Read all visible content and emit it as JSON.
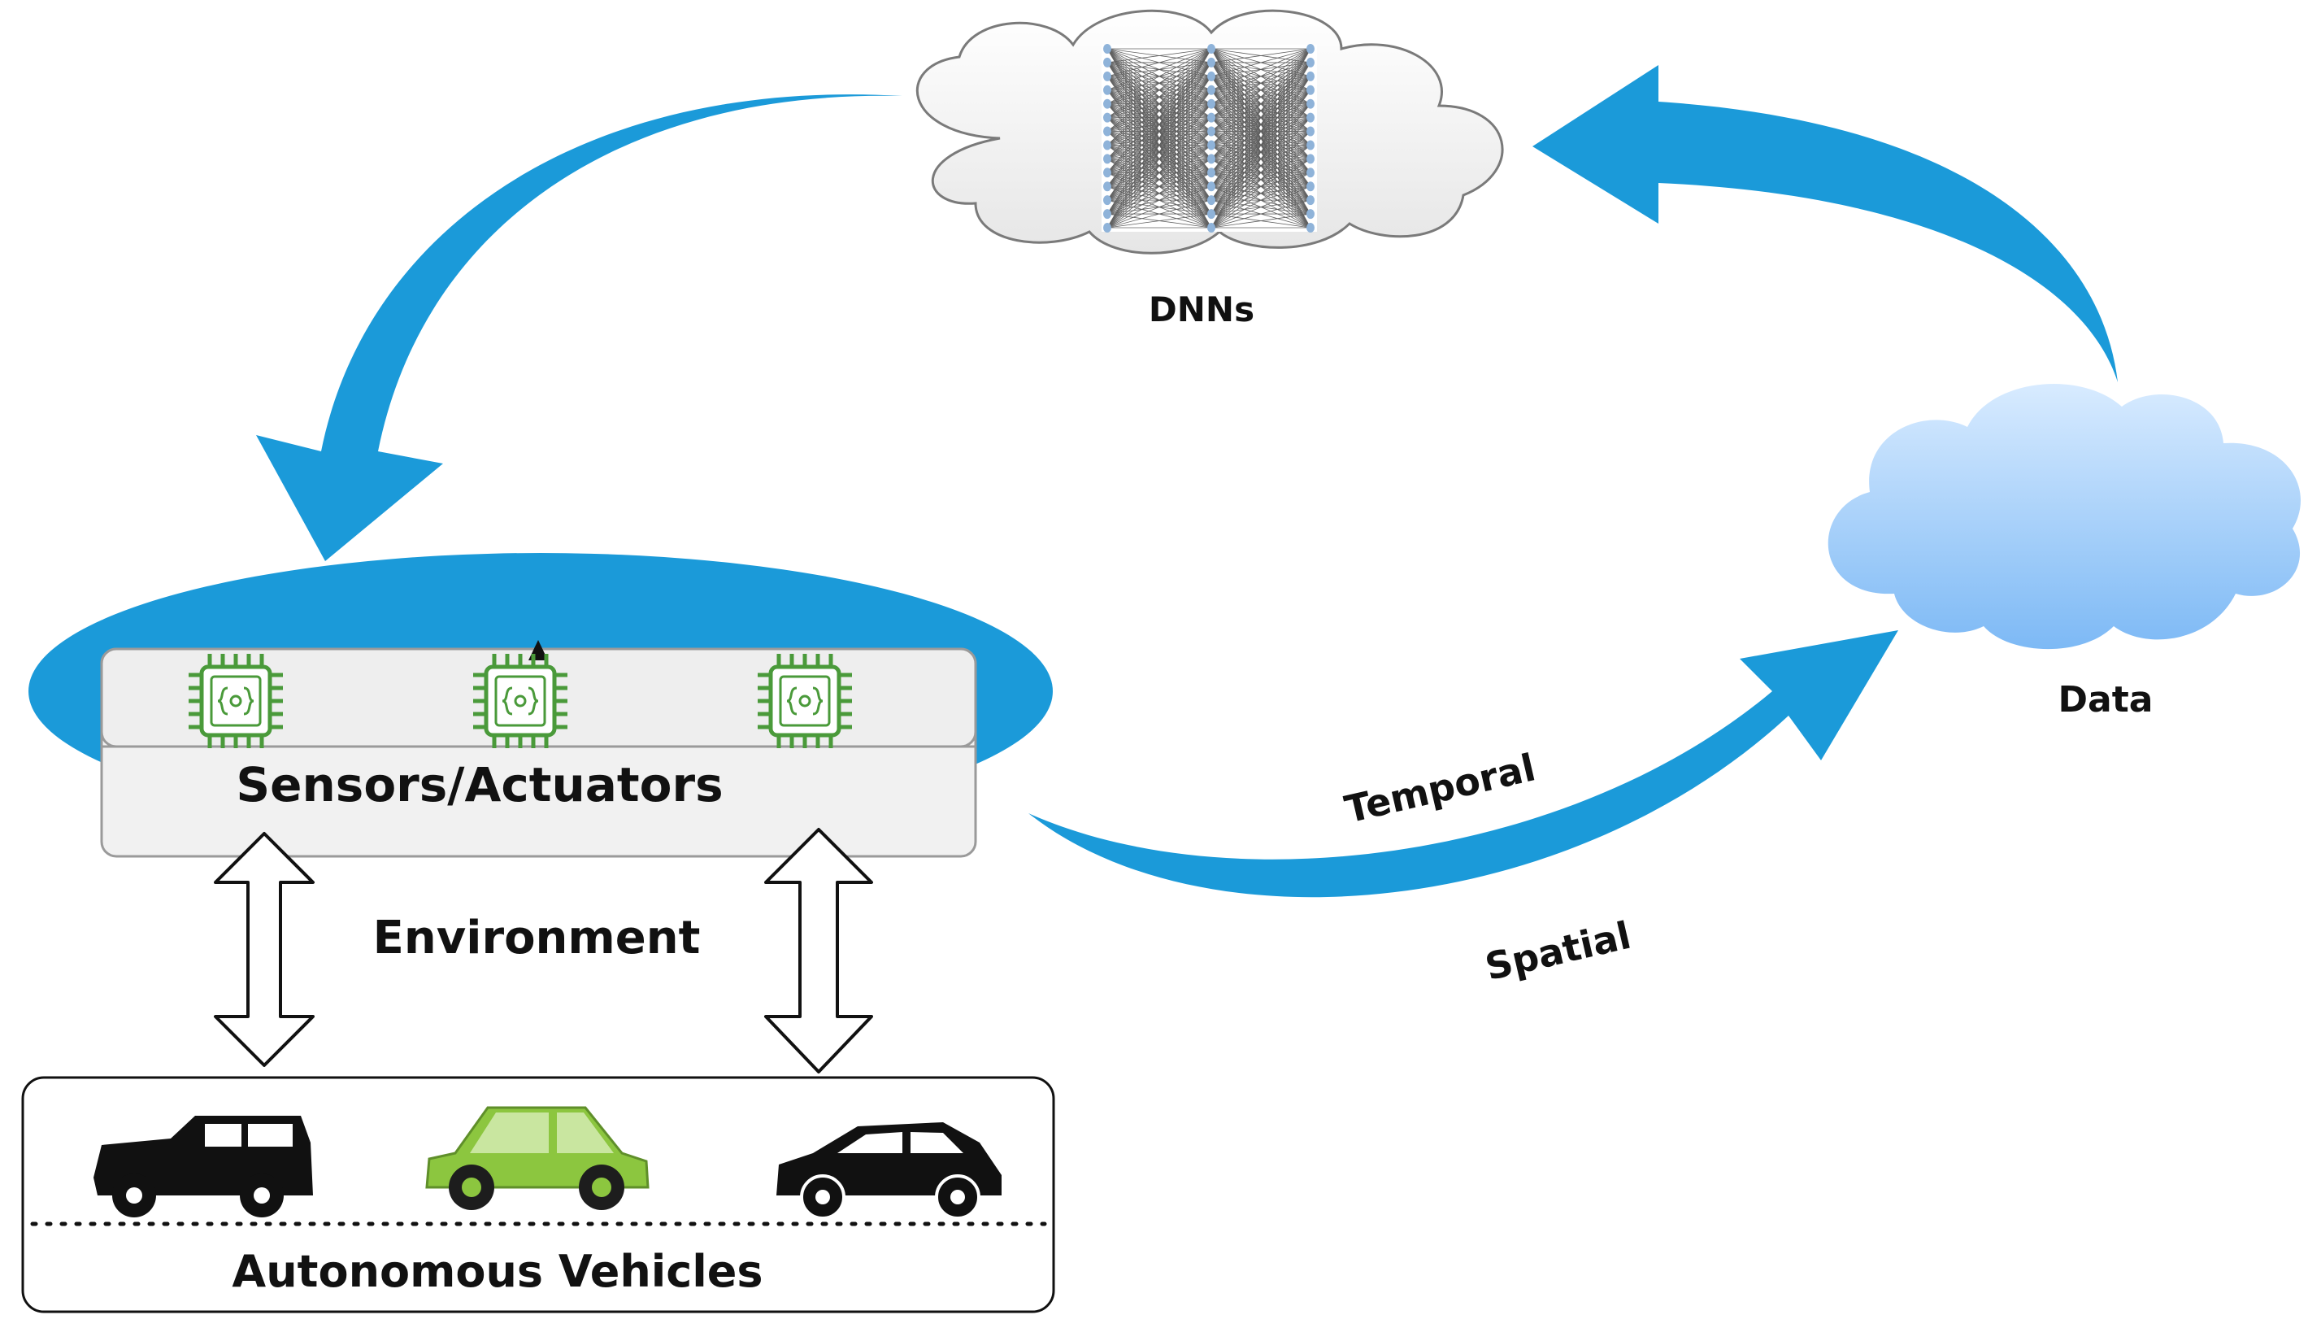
{
  "labels": {
    "dnns": "DNNs",
    "data": "Data",
    "sensors": "Sensors/Actuators",
    "environment": "Environment",
    "vehicles": "Autonomous Vehicles",
    "temporal": "Temporal",
    "spatial": "Spatial"
  },
  "icons": {
    "dnn_cloud": "neural-network-cloud-icon",
    "data_cloud": "cloud-icon",
    "chip": "microchip-icon",
    "car_suv": "suv-icon",
    "car_compact": "compact-car-icon",
    "car_hatchback": "hatchback-icon"
  },
  "colors": {
    "arrow_blue": "#1b9ad9",
    "chip_green": "#4a9a3a",
    "car_green": "#8cc63f",
    "car_black": "#111111"
  }
}
